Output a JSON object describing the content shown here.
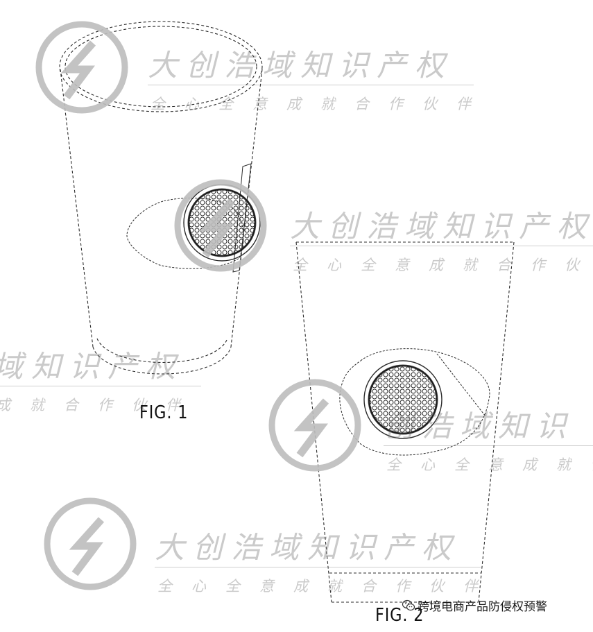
{
  "figures": {
    "fig1_label": "FIG. 1",
    "fig2_label": "FIG. 2"
  },
  "watermark": {
    "title": "大创浩域知识产权",
    "slogan": "全心全意成就合作伙伴",
    "fragment_a_title": "域知识产权",
    "fragment_a_slogan": "成就合作伙伴",
    "fragment_b_title": "创浩域知识",
    "fragment_b_slogan": "全心全意成就合"
  },
  "credit": {
    "text": "跨境电商产品防侵权预警",
    "icon": "wechat-icon"
  },
  "colors": {
    "line": "#2b2b2b",
    "watermark": "#bdbdbd",
    "background": "#ffffff"
  }
}
